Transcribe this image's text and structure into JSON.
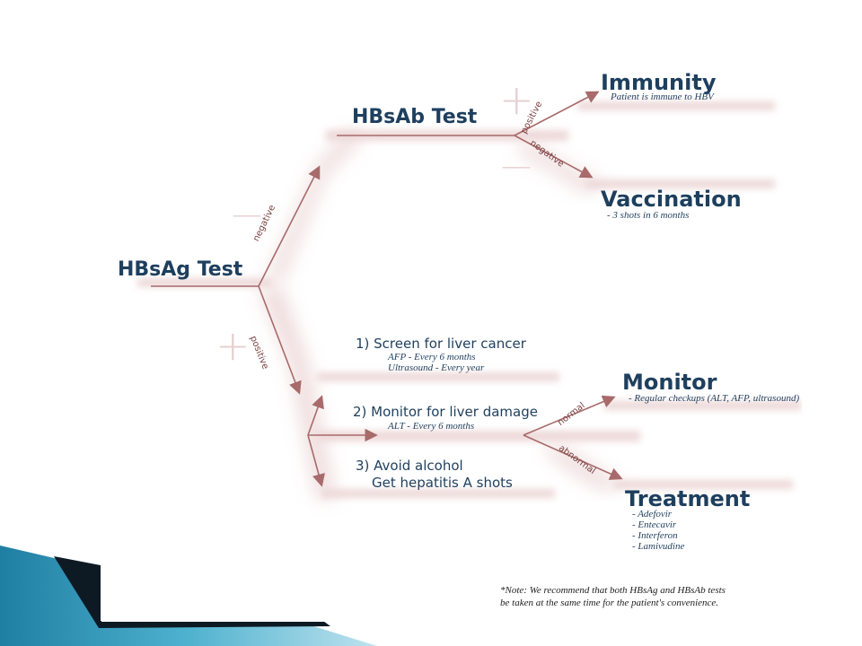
{
  "nodes": {
    "hbsag_test": "HBsAg Test",
    "hbsab_test": "HBsAb Test",
    "immunity": "Immunity",
    "immunity_note": "Patient is immune to HBV",
    "vaccination": "Vaccination",
    "vaccination_note": "- 3 shots in 6 months",
    "step1": "1) Screen for liver cancer",
    "step1_note1": "AFP - Every 6 months",
    "step1_note2": "Ultrasound - Every year",
    "step2": "2) Monitor for liver damage",
    "step2_note": "ALT - Every 6 months",
    "step3_line1": "3) Avoid alcohol",
    "step3_line2": "Get hepatitis A shots",
    "monitor": "Monitor",
    "monitor_note": "- Regular checkups (ALT, AFP, ultrasound)",
    "treatment": "Treatment",
    "treatment_items": [
      "- Adefovir",
      "- Entecavir",
      "- Interferon",
      "- Lamivudine"
    ]
  },
  "edges": {
    "negative_1": "negative",
    "positive_1": "positive",
    "positive_2": "positive",
    "negative_2": "negative",
    "normal": "normal",
    "abnormal": "abnormal"
  },
  "signs": {
    "minus": "—",
    "plus": "+"
  },
  "note": {
    "line1": "*Note:  We recommend that both HBsAg and HBsAb tests",
    "line2": "be taken at the same time for the patient's convenience."
  },
  "colors": {
    "heading": "#1e3f5e",
    "arrow": "#a86a6a",
    "band": "#e9cfcf",
    "slide_teal": "#2b8fb0",
    "slide_dark": "#0d1a24"
  }
}
